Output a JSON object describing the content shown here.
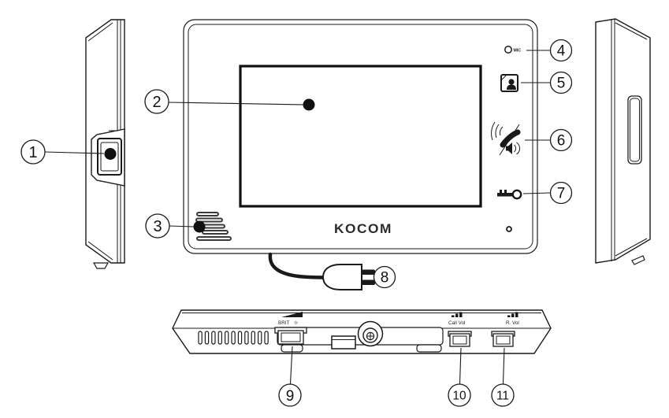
{
  "diagram": {
    "labels": {
      "brand": "KOCOM",
      "mic": "MIC",
      "brightness": "BRIT",
      "brightness_symbol": "☼",
      "call_volume": "Call Vol",
      "receive_volume": "R. Vol"
    },
    "callout_numbers": [
      "1",
      "2",
      "3",
      "4",
      "5",
      "6",
      "7",
      "8",
      "9",
      "10",
      "11"
    ],
    "colors": {
      "line": "#1a1a1a",
      "background": "#ffffff"
    }
  }
}
